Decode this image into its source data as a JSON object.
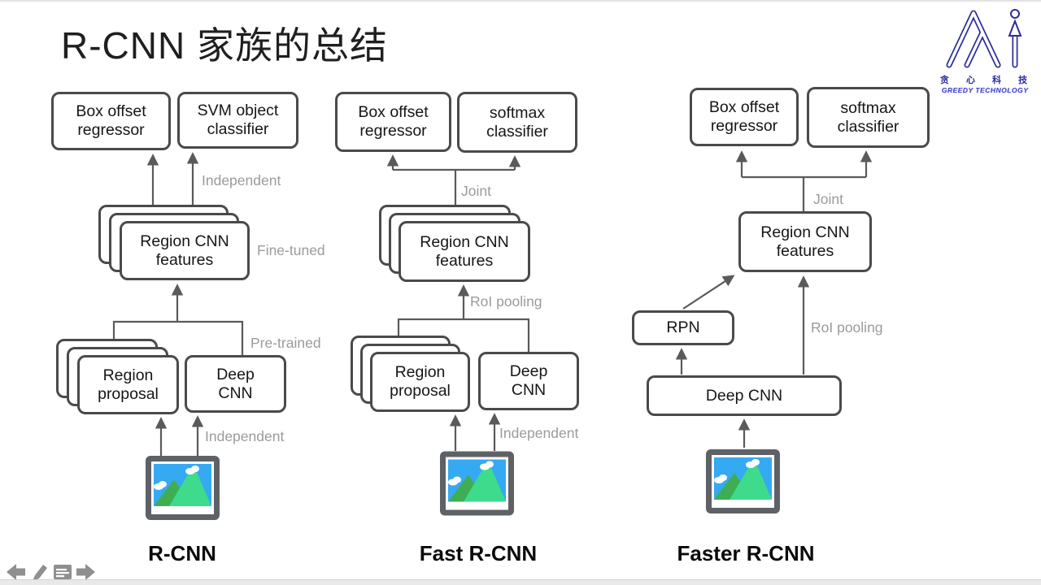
{
  "slide_title": "R-CNN 家族的总结",
  "logo": {
    "icon": "ai-monogram-logo",
    "cn": "贪 心 科 技",
    "en": "GREEDY TECHNOLOGY",
    "color": "#2b2b9c"
  },
  "colors": {
    "box_border": "#4a4a4a",
    "arrow": "#5a5a5a",
    "annotation_text": "#9b9b9b",
    "photo_frame": "#5e6166",
    "photo_sky": "#35a9f2",
    "photo_mountain_dark": "#3fae53",
    "photo_mountain_light": "#3edb8c"
  },
  "diagrams": [
    {
      "caption": "R-CNN",
      "boxes": {
        "regressor": "Box offset regressor",
        "classifier": "SVM object classifier",
        "features": "Region CNN features",
        "proposal": "Region proposal",
        "deep_cnn": "Deep CNN"
      },
      "annotations": {
        "top": "Independent",
        "features_side": "Fine-tuned",
        "mid_side": "Pre-trained",
        "bottom": "Independent"
      }
    },
    {
      "caption": "Fast R-CNN",
      "boxes": {
        "regressor": "Box offset regressor",
        "classifier": "softmax classifier",
        "features": "Region CNN features",
        "proposal": "Region proposal",
        "deep_cnn": "Deep CNN"
      },
      "annotations": {
        "top": "Joint",
        "roi": "RoI pooling",
        "bottom": "Independent"
      }
    },
    {
      "caption": "Faster R-CNN",
      "boxes": {
        "regressor": "Box offset regressor",
        "classifier": "softmax classifier",
        "features": "Region CNN features",
        "rpn": "RPN",
        "deep_cnn": "Deep CNN"
      },
      "annotations": {
        "top": "Joint",
        "roi": "RoI pooling"
      }
    }
  ],
  "controls": {
    "icons": [
      "prev-arrow",
      "pencil",
      "notes-document",
      "next-arrow"
    ]
  }
}
